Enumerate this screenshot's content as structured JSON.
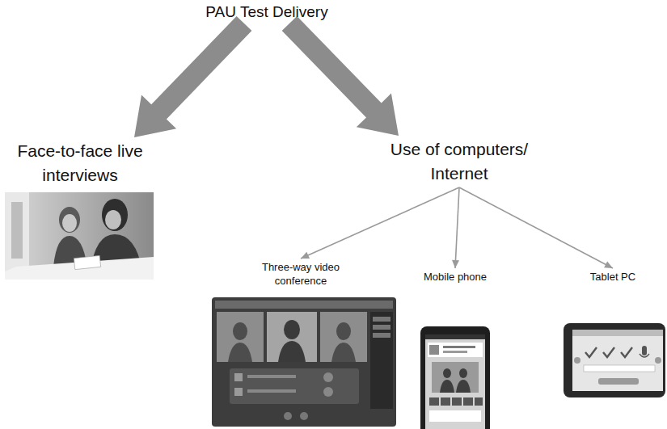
{
  "diagram": {
    "nodes": [
      {
        "text": [
          "PAU Test Delivery"
        ]
      },
      {
        "text": [
          "Face-to-face live interviews"
        ]
      },
      {
        "text": [
          "Use of computers/ Internet"
        ]
      },
      {
        "text": [
          "Three-way video conference"
        ]
      },
      {
        "text": [
          "Mobile phone"
        ]
      },
      {
        "text": [
          "Tablet PC"
        ]
      }
    ],
    "edges": [
      {
        "from": 0,
        "to": 1,
        "arrow": "to"
      },
      {
        "from": 0,
        "to": 2,
        "arrow": "to"
      },
      {
        "from": 2,
        "to": 3,
        "arrow": "to"
      },
      {
        "from": 2,
        "to": 4,
        "arrow": "to"
      },
      {
        "from": 2,
        "to": 5,
        "arrow": "to"
      }
    ]
  }
}
